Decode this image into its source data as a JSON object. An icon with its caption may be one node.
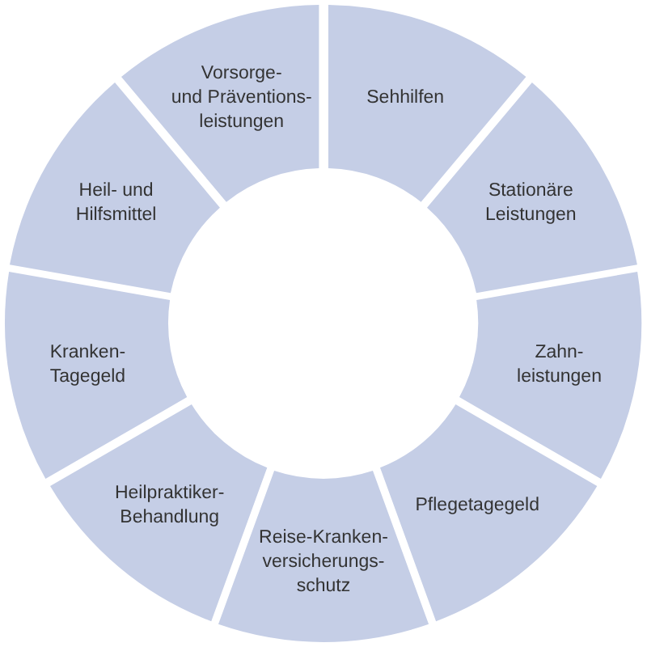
{
  "diagram": {
    "nodes": [
      {
        "text": [
          "Sehhilfen"
        ]
      },
      {
        "text": [
          "Stationäre Leistungen"
        ]
      },
      {
        "text": [
          "Zahn- leistungen"
        ]
      },
      {
        "text": [
          "Pflegetagegeld"
        ]
      },
      {
        "text": [
          "Reise-Kranken- versicherungs- schutz"
        ]
      },
      {
        "text": [
          "Heilpraktiker- Behandlung"
        ]
      },
      {
        "text": [
          "Kranken- Tagegeld"
        ]
      },
      {
        "text": [
          "Heil- und Hilfsmittel"
        ]
      },
      {
        "text": [
          "Vorsorge- und Präventions- leistungen"
        ]
      }
    ]
  }
}
